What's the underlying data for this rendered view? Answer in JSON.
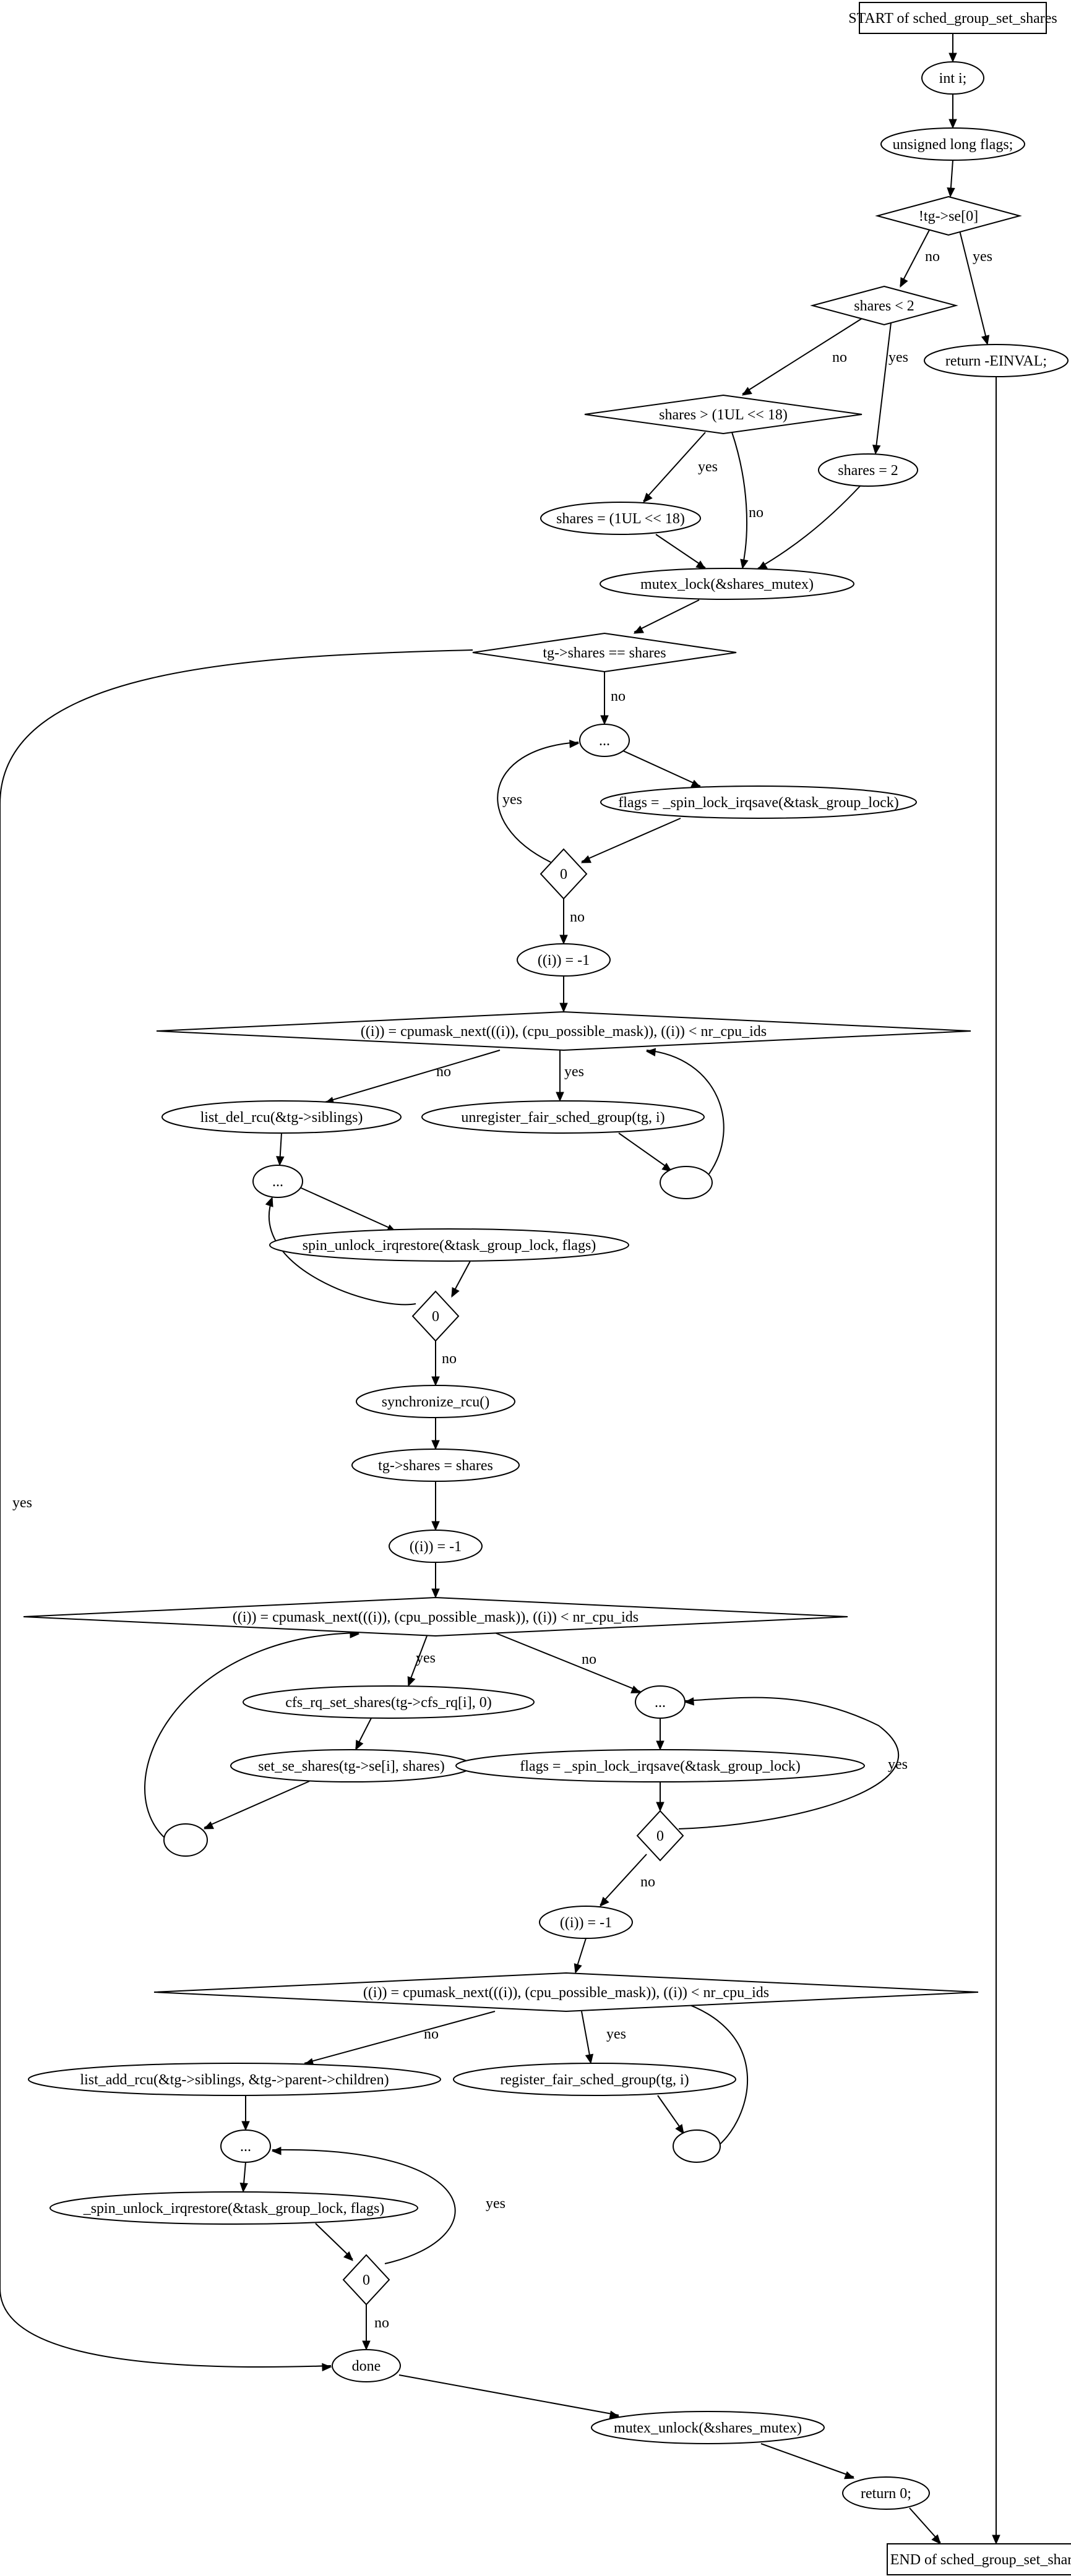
{
  "colors": {
    "mutex_lock_fill": "#add8e6",
    "mutex_unlock_fill": "#ffff00",
    "default_fill": "#ffffff",
    "stroke": "#000000"
  },
  "nodes": {
    "start": "START of sched_group_set_shares",
    "int_i": "int i;",
    "flags_decl": "unsigned long flags;",
    "chk_se": "!tg->se[0]",
    "chk_lt2": "shares < 2",
    "ret_einval": "return -EINVAL;",
    "chk_gt": "shares > (1UL << 18)",
    "set2": "shares = 2",
    "setmax": "shares = (1UL << 18)",
    "mlock": "mutex_lock(&shares_mutex)",
    "chk_eq": "tg->shares == shares",
    "dots1": "...",
    "lock1": "flags = _spin_lock_irqsave(&task_group_lock)",
    "zero1": "0",
    "iinit1": "((i)) = -1",
    "loop1": "((i)) = cpumask_next(((i)), (cpu_possible_mask)), ((i)) < nr_cpu_ids",
    "listdel": "list_del_rcu(&tg->siblings)",
    "unreg": "unregister_fair_sched_group(tg, i)",
    "back1": "",
    "dots2": "...",
    "unlock1": "spin_unlock_irqrestore(&task_group_lock, flags)",
    "zero2": "0",
    "sync": "synchronize_rcu()",
    "tgshares": "tg->shares = shares",
    "iinit2": "((i)) = -1",
    "loop2": "((i)) = cpumask_next(((i)), (cpu_possible_mask)), ((i)) < nr_cpu_ids",
    "cfs": "cfs_rq_set_shares(tg->cfs_rq[i], 0)",
    "setse": "set_se_shares(tg->se[i], shares)",
    "back2": "",
    "dots3": "...",
    "lock2": "flags = _spin_lock_irqsave(&task_group_lock)",
    "zero3": "0",
    "iinit3": "((i)) = -1",
    "loop3": "((i)) = cpumask_next(((i)), (cpu_possible_mask)), ((i)) < nr_cpu_ids",
    "listadd": "list_add_rcu(&tg->siblings, &tg->parent->children)",
    "reg": "register_fair_sched_group(tg, i)",
    "back3": "",
    "dots4": "...",
    "unlock2": "_spin_unlock_irqrestore(&task_group_lock, flags)",
    "zero4": "0",
    "done": "done",
    "munlock": "mutex_unlock(&shares_mutex)",
    "ret0": "return 0;",
    "end": "END of sched_group_set_shares"
  },
  "edge_labels": {
    "yes": "yes",
    "no": "no"
  }
}
